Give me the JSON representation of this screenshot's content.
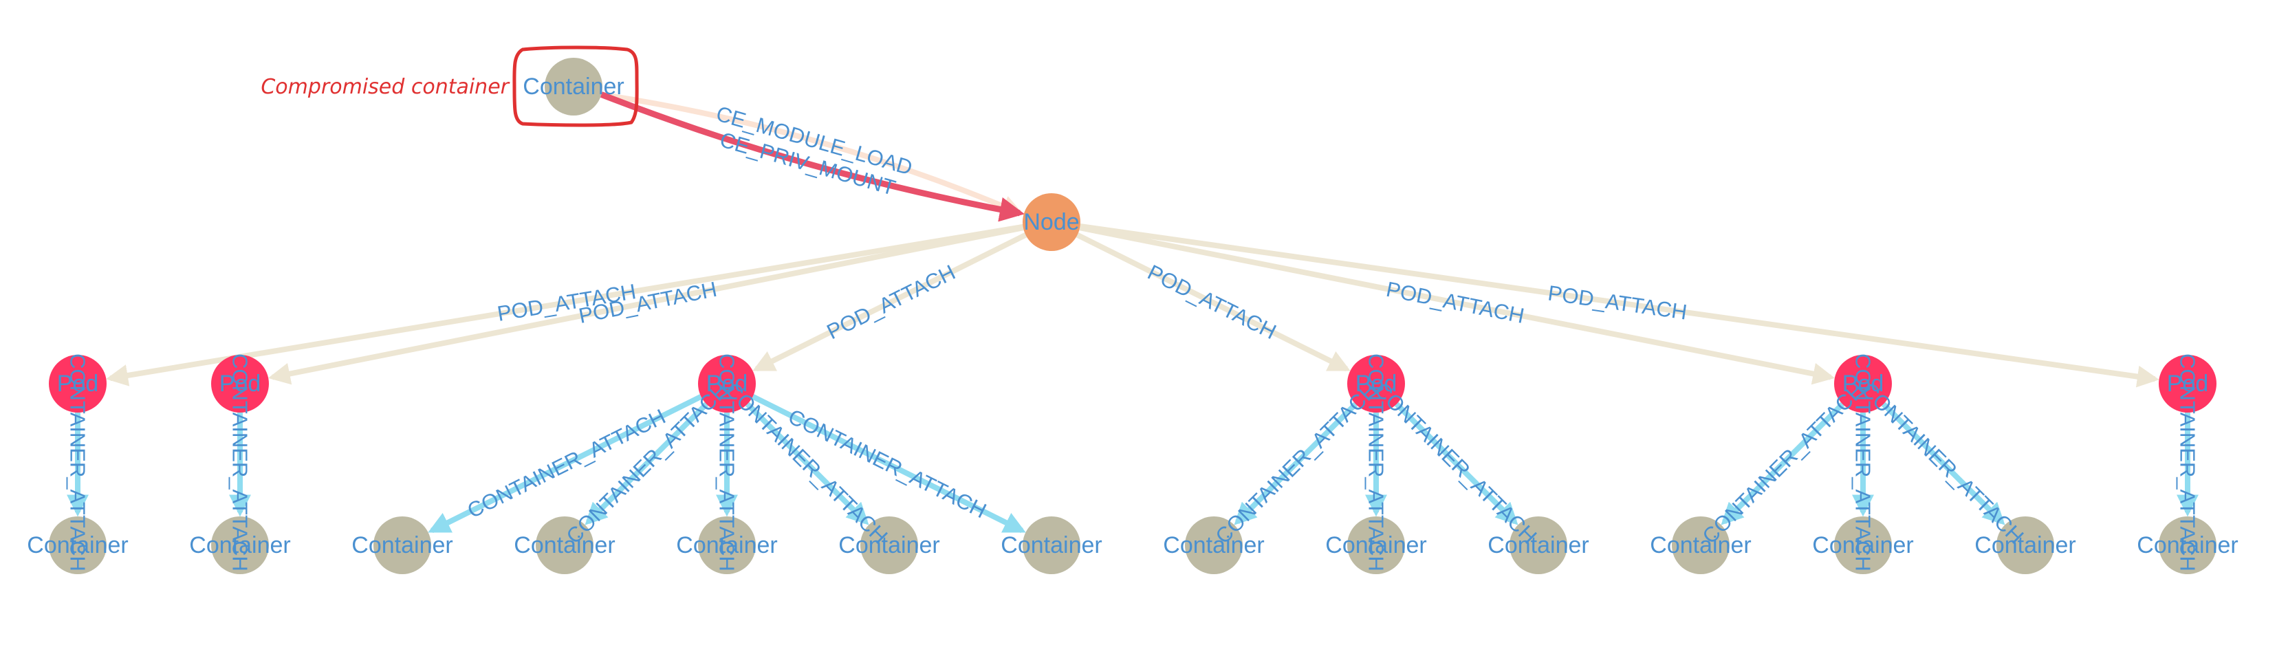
{
  "diagram": {
    "title": "Container escape attack path graph",
    "colors": {
      "container_node": "#bdbaa3",
      "pod_node": "#ff3562",
      "node_node": "#f09a64",
      "label_text": "#4a90d0",
      "pod_attach_edge": "#ede6d3",
      "container_attach_edge": "#8fdcf0",
      "ce_module_load_edge": "#fbe3d4",
      "ce_priv_mount_edge": "#e8506a",
      "annotation": "#e03131"
    },
    "annotation": {
      "text": "Compromised container",
      "target_node": "c0"
    },
    "nodes": [
      {
        "id": "c0",
        "type": "Container",
        "label": "Container",
        "compromised": true
      },
      {
        "id": "n1",
        "type": "Node",
        "label": "Node"
      },
      {
        "id": "p1",
        "type": "Pod",
        "label": "Pod"
      },
      {
        "id": "p2",
        "type": "Pod",
        "label": "Pod"
      },
      {
        "id": "p3",
        "type": "Pod",
        "label": "Pod"
      },
      {
        "id": "p4",
        "type": "Pod",
        "label": "Pod"
      },
      {
        "id": "p5",
        "type": "Pod",
        "label": "Pod"
      },
      {
        "id": "p6",
        "type": "Pod",
        "label": "Pod"
      },
      {
        "id": "c1",
        "type": "Container",
        "label": "Container"
      },
      {
        "id": "c2",
        "type": "Container",
        "label": "Container"
      },
      {
        "id": "c3",
        "type": "Container",
        "label": "Container"
      },
      {
        "id": "c4",
        "type": "Container",
        "label": "Container"
      },
      {
        "id": "c5",
        "type": "Container",
        "label": "Container"
      },
      {
        "id": "c6",
        "type": "Container",
        "label": "Container"
      },
      {
        "id": "c7",
        "type": "Container",
        "label": "Container"
      },
      {
        "id": "c8",
        "type": "Container",
        "label": "Container"
      },
      {
        "id": "c9",
        "type": "Container",
        "label": "Container"
      },
      {
        "id": "c10",
        "type": "Container",
        "label": "Container"
      },
      {
        "id": "c11",
        "type": "Container",
        "label": "Container"
      },
      {
        "id": "c12",
        "type": "Container",
        "label": "Container"
      },
      {
        "id": "c13",
        "type": "Container",
        "label": "Container"
      },
      {
        "id": "c14",
        "type": "Container",
        "label": "Container"
      }
    ],
    "edges": [
      {
        "from": "c0",
        "to": "n1",
        "label": "CE_MODULE_LOAD",
        "kind": "ce_module_load"
      },
      {
        "from": "c0",
        "to": "n1",
        "label": "CE_PRIV_MOUNT",
        "kind": "ce_priv_mount"
      },
      {
        "from": "n1",
        "to": "p1",
        "label": "POD_ATTACH",
        "kind": "pod_attach"
      },
      {
        "from": "n1",
        "to": "p2",
        "label": "POD_ATTACH",
        "kind": "pod_attach"
      },
      {
        "from": "n1",
        "to": "p3",
        "label": "POD_ATTACH",
        "kind": "pod_attach"
      },
      {
        "from": "n1",
        "to": "p4",
        "label": "POD_ATTACH",
        "kind": "pod_attach"
      },
      {
        "from": "n1",
        "to": "p5",
        "label": "POD_ATTACH",
        "kind": "pod_attach"
      },
      {
        "from": "n1",
        "to": "p6",
        "label": "POD_ATTACH",
        "kind": "pod_attach"
      },
      {
        "from": "p1",
        "to": "c1",
        "label": "CONTAINER_ATTACH",
        "kind": "container_attach"
      },
      {
        "from": "p2",
        "to": "c2",
        "label": "CONTAINER_ATTACH",
        "kind": "container_attach"
      },
      {
        "from": "p3",
        "to": "c3",
        "label": "CONTAINER_ATTACH",
        "kind": "container_attach"
      },
      {
        "from": "p3",
        "to": "c4",
        "label": "CONTAINER_ATTACH",
        "kind": "container_attach"
      },
      {
        "from": "p3",
        "to": "c5",
        "label": "CONTAINER_ATTACH",
        "kind": "container_attach"
      },
      {
        "from": "p3",
        "to": "c6",
        "label": "CONTAINER_ATTACH",
        "kind": "container_attach"
      },
      {
        "from": "p3",
        "to": "c7",
        "label": "CONTAINER_ATTACH",
        "kind": "container_attach"
      },
      {
        "from": "p4",
        "to": "c8",
        "label": "CONTAINER_ATTACH",
        "kind": "container_attach"
      },
      {
        "from": "p4",
        "to": "c9",
        "label": "CONTAINER_ATTACH",
        "kind": "container_attach"
      },
      {
        "from": "p4",
        "to": "c10",
        "label": "CONTAINER_ATTACH",
        "kind": "container_attach"
      },
      {
        "from": "p5",
        "to": "c11",
        "label": "CONTAINER_ATTACH",
        "kind": "container_attach"
      },
      {
        "from": "p5",
        "to": "c12",
        "label": "CONTAINER_ATTACH",
        "kind": "container_attach"
      },
      {
        "from": "p5",
        "to": "c13",
        "label": "CONTAINER_ATTACH",
        "kind": "container_attach"
      },
      {
        "from": "p6",
        "to": "c14",
        "label": "CONTAINER_ATTACH",
        "kind": "container_attach"
      }
    ]
  }
}
